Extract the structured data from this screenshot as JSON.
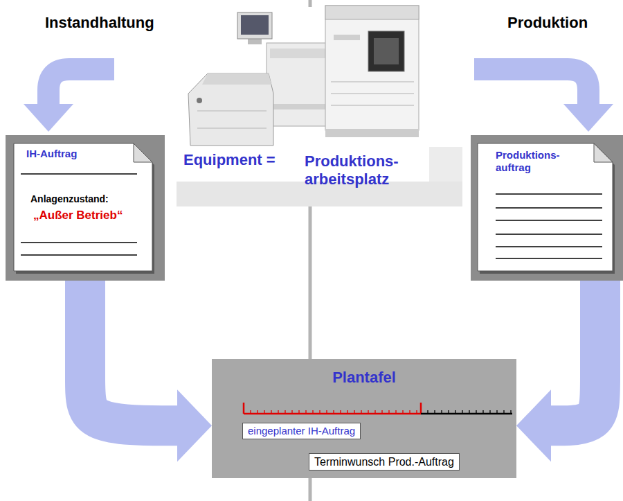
{
  "diagram": {
    "nodes": [
      {
        "text": [
          "IH-Auftrag",
          "Anlagenzustand:",
          "„Außer Betrieb“"
        ]
      },
      {
        "text": [
          "Equipment =",
          "Produktions- arbeitsplatz"
        ]
      },
      {
        "text": [
          "Produktions- auftrag"
        ]
      },
      {
        "text": [
          "Plantafel"
        ]
      },
      {
        "text": [
          "eingeplanter IH-Auftrag"
        ],
        "in": 3
      },
      {
        "text": [
          "Terminwunsch Prod.-Auftrag"
        ],
        "in": 3
      }
    ],
    "edges": [
      {
        "from": 0,
        "to": 3,
        "arrow": "to"
      },
      {
        "from": 2,
        "to": 3,
        "arrow": "to"
      }
    ],
    "labels": [
      "Instandhaltung",
      "Produktion"
    ]
  }
}
